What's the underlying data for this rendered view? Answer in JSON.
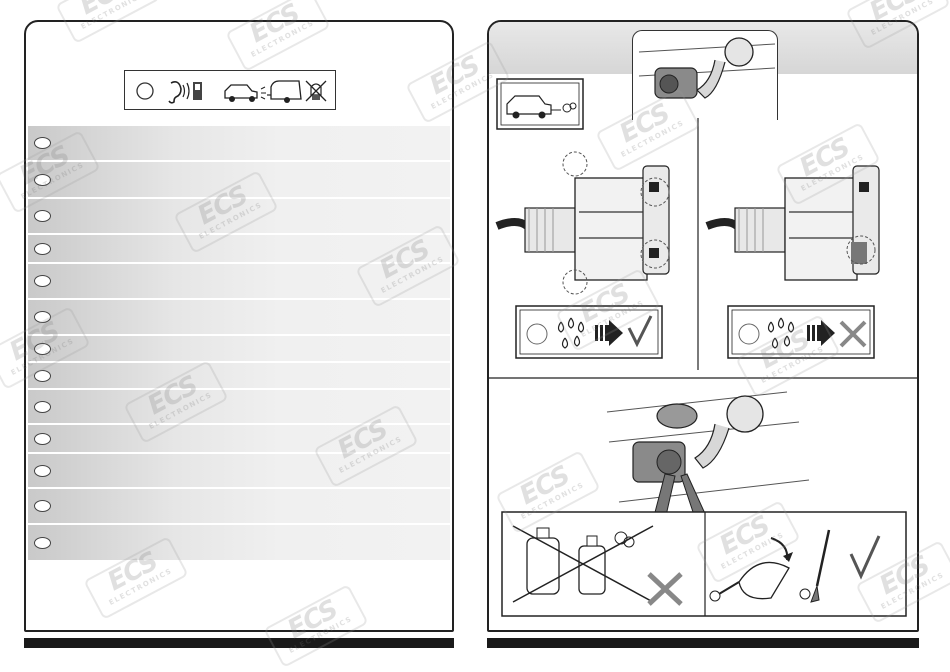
{
  "watermark": {
    "logo": "ECS",
    "sub": "ELECTRONICS",
    "color": "#9a9a9a"
  },
  "left_panel": {
    "icon_box_icons": [
      "language-circle-icon",
      "ear-sound-icon",
      "car-trailer-icon",
      "no-light-icon"
    ],
    "rows": [
      {
        "lang_icon": "language-circle-icon"
      },
      {
        "lang_icon": "language-circle-icon"
      },
      {
        "lang_icon": "language-circle-icon"
      },
      {
        "lang_icon": "language-circle-icon"
      },
      {
        "lang_icon": "language-circle-icon"
      },
      {
        "lang_icon": "language-circle-icon"
      },
      {
        "lang_icon": "language-circle-icon"
      },
      {
        "lang_icon": "language-circle-icon"
      },
      {
        "lang_icon": "language-circle-icon"
      },
      {
        "lang_icon": "language-circle-icon"
      },
      {
        "lang_icon": "language-circle-icon"
      },
      {
        "lang_icon": "language-circle-icon"
      },
      {
        "lang_icon": "language-circle-icon"
      }
    ]
  },
  "right_panel": {
    "top_illustration": "tow-ball-socket-illustration",
    "car_exhaust_icon": "car-exhaust-icon",
    "socket_left": {
      "drops_result": "check-icon"
    },
    "socket_right": {
      "drops_result": "cross-icon"
    },
    "cleaning": {
      "bad_result": "cross-icon",
      "good_result": "check-icon"
    }
  },
  "colors": {
    "frame": "#222222",
    "row_gradient_start": "#c9c9c9",
    "row_gradient_end": "#f2f2f2",
    "bottom_bar": "#1a1a1a"
  }
}
